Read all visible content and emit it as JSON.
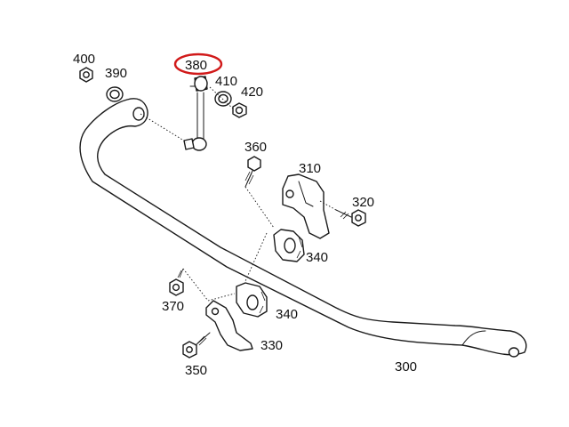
{
  "highlight_color": "#d11a1a",
  "labels": {
    "p400": "400",
    "p390": "390",
    "p380": "380",
    "p410": "410",
    "p420": "420",
    "p360": "360",
    "p310": "310",
    "p320": "320",
    "p340a": "340",
    "p340b": "340",
    "p370": "370",
    "p330": "330",
    "p350": "350",
    "p300": "300"
  },
  "highlighted_part": "380"
}
